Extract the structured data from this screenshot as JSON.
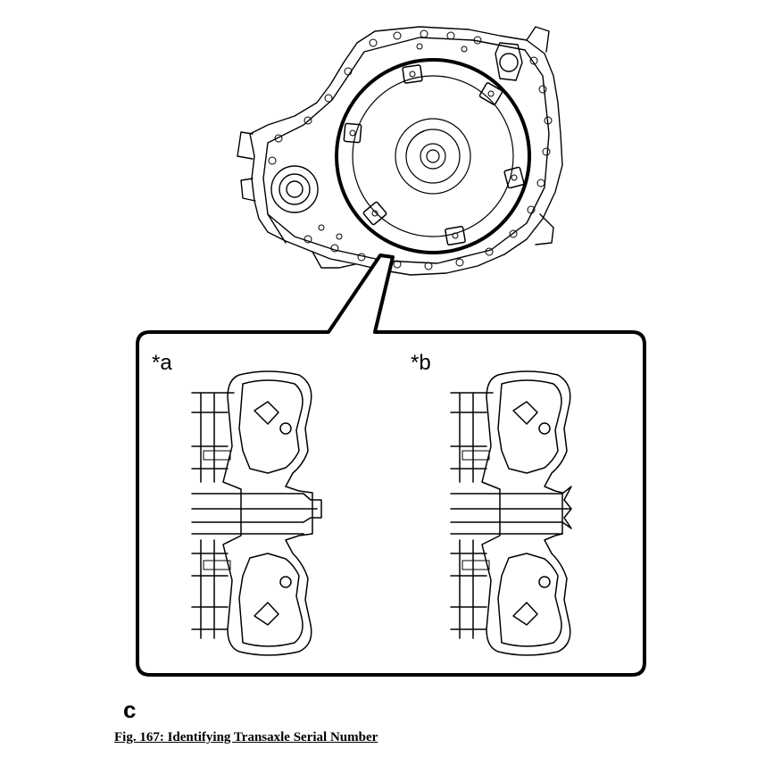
{
  "diagram": {
    "callout_labels": [
      "*a",
      "*b"
    ],
    "corner_letter": "c"
  },
  "caption": {
    "text": "Fig. 167: Identifying Transaxle Serial Number"
  },
  "colors": {
    "line": "#000000",
    "background": "#ffffff"
  }
}
